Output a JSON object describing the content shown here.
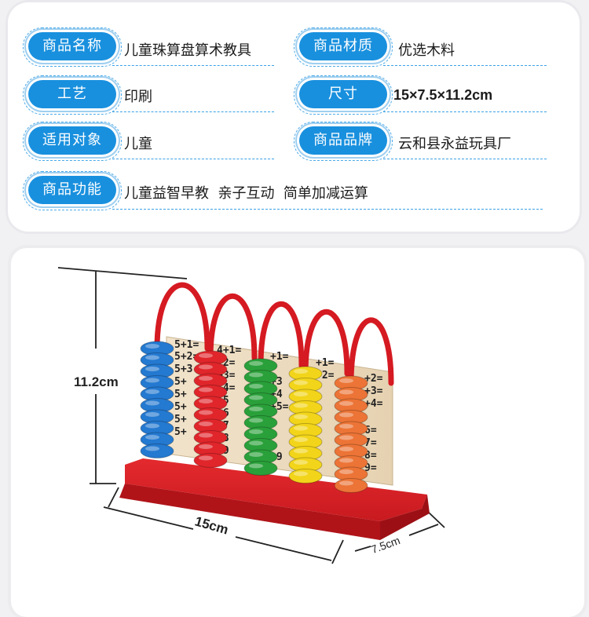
{
  "specs": [
    {
      "label": "商品名称",
      "value": "儿童珠算盘算术教具"
    },
    {
      "label": "商品材质",
      "value": "优选木料"
    },
    {
      "label": "工艺",
      "value": "印刷"
    },
    {
      "label": "尺寸",
      "value": "15×7.5×11.2cm"
    },
    {
      "label": "适用对象",
      "value": "儿童"
    },
    {
      "label": "商品品牌",
      "value": "云和县永益玩具厂"
    },
    {
      "label": "商品功能",
      "value": "儿童益智早教  亲子互动  简单加减运算"
    }
  ],
  "photo": {
    "height_label": "11.2cm",
    "length_label": "15cm",
    "depth_label": "7.5cm",
    "board_texts": [
      "5+1=",
      "4+1=",
      "+1=",
      "+1=",
      "5+2=",
      "+2=",
      "+2=",
      "+2=",
      "5+3",
      "+3=",
      "+3",
      "+3=",
      "5+",
      "+4=",
      "+4",
      "+4=",
      "5+",
      "+5",
      "+5=",
      "5+",
      "+6",
      "6=",
      "5+",
      "+7",
      "7=",
      "5+",
      "+8",
      "8=",
      "+9",
      "+9",
      "9="
    ]
  },
  "colors": {
    "pill": "#1990de",
    "frame_red": "#d51a22",
    "bead_blue": "#2479d0",
    "bead_red": "#e0262b",
    "bead_green": "#2aa03a",
    "bead_yellow": "#f2d51a",
    "bead_orange": "#ec7436",
    "board": "#ecdcc2"
  }
}
